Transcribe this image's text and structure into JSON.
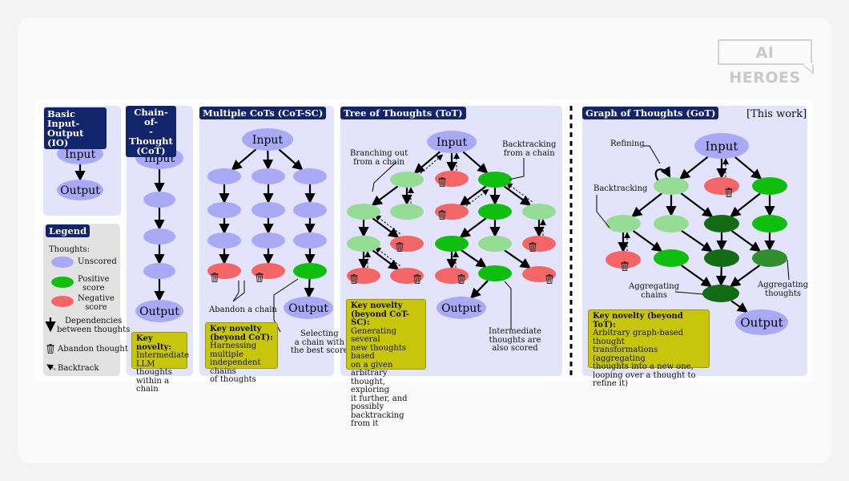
{
  "watermark": "AI HEROES",
  "panels": {
    "io": {
      "title_lines": [
        "Basic Input-",
        "Output (IO)"
      ],
      "input": "Input",
      "output": "Output"
    },
    "cot": {
      "title_lines": [
        "Chain-of-",
        "-Thought",
        "(CoT)"
      ],
      "input": "Input",
      "output": "Output",
      "novelty_title": "Key novelty:",
      "novelty_lines": [
        "Intermediate",
        "LLM thoughts",
        "within a chain"
      ]
    },
    "cotsc": {
      "title": "Multiple CoTs (CoT-SC)",
      "input": "Input",
      "output": "Output",
      "abandon_label": "Abandon a chain",
      "select_lines": [
        "Selecting",
        "a chain with",
        "the best score"
      ],
      "novelty_title_lines": [
        "Key novelty",
        "(beyond CoT):"
      ],
      "novelty_lines": [
        "Harnessing multiple",
        "independent chains",
        "of thoughts"
      ]
    },
    "tot": {
      "title": "Tree of Thoughts (ToT)",
      "input": "Input",
      "output": "Output",
      "branching_lines": [
        "Branching out",
        "from a chain"
      ],
      "backtracking_lines": [
        "Backtracking",
        "from a chain"
      ],
      "scored_lines": [
        "Intermediate",
        "thoughts are",
        "also scored"
      ],
      "novelty_title_lines": [
        "Key novelty",
        "(beyond CoT-SC):"
      ],
      "novelty_lines": [
        "Generating several",
        "new thoughts based",
        "on a given arbitrary",
        "thought, exploring",
        "it further, and possibly",
        "backtracking from it"
      ]
    },
    "got": {
      "title": "Graph of Thoughts (GoT)",
      "this_work": "[This work]",
      "input": "Input",
      "output": "Output",
      "refining": "Refining",
      "backtracking": "Backtracking",
      "agg_chains_lines": [
        "Aggregating",
        "chains"
      ],
      "agg_thoughts_lines": [
        "Aggregating",
        "thoughts"
      ],
      "novelty_title": "Key novelty (beyond ToT):",
      "novelty_lines": [
        "Arbitrary graph-based thought",
        "transformations (aggregating",
        "thoughts into a new one,",
        "looping over a thought to",
        "refine it)"
      ]
    }
  },
  "legend": {
    "title": "Legend",
    "thoughts": "Thoughts:",
    "unscored": "Unscored",
    "positive_lines": [
      "Positive",
      "score"
    ],
    "negative_lines": [
      "Negative",
      "score"
    ],
    "dependencies_lines": [
      "Dependencies",
      "between thoughts"
    ],
    "abandon": "Abandon thought",
    "backtrack": "Backtrack"
  },
  "colors": {
    "unscored": "#a9a9f5",
    "positive": "#0fbf0f",
    "negative": "#f46565",
    "refined_green": "#95dc95",
    "dark_green": "#136b13",
    "mid_green": "#2f8f2f",
    "panel_bg": "#e3e3fb",
    "legend_bg": "#e2e2e2",
    "header_bg": "#12246b",
    "novelty_bg": "#c8c60c"
  }
}
